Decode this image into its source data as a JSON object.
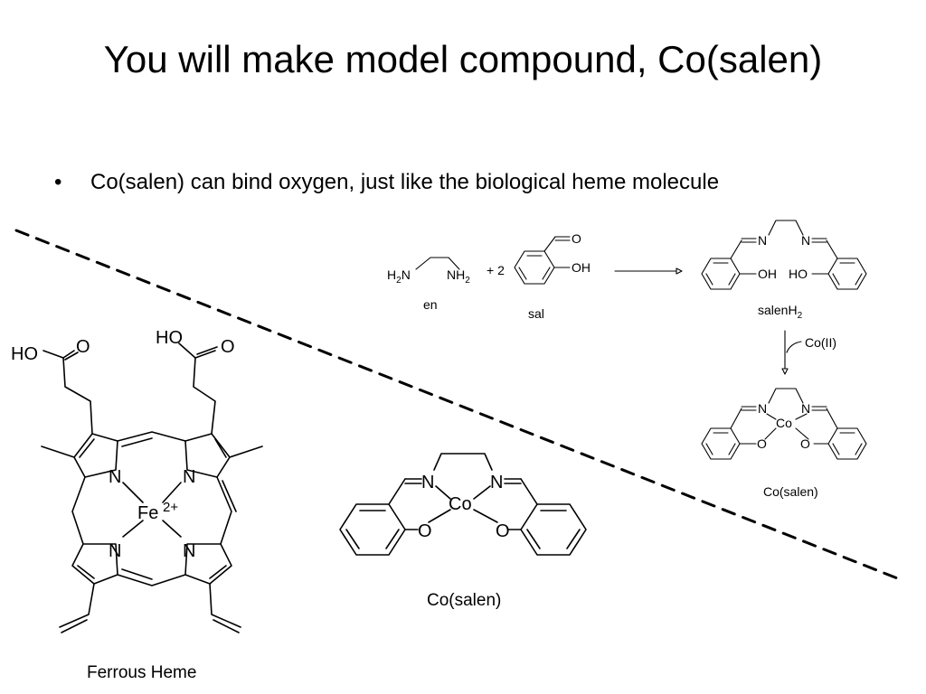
{
  "title": "You will make model compound, Co(salen)",
  "bullets": [
    "Co(salen) can bind oxygen, just like the biological heme molecule"
  ],
  "heme": {
    "caption": "Ferrous Heme",
    "metal": "Fe",
    "charge": "2+",
    "nitrogen": "N",
    "acid_groups": [
      "HO",
      "O",
      "HO",
      "O"
    ]
  },
  "co_salen_large": {
    "caption": "Co(salen)",
    "metal": "Co",
    "atoms": [
      "N",
      "N",
      "O",
      "O"
    ]
  },
  "reaction": {
    "reagent_en": {
      "h2n": "H",
      "h2n_sub": "2",
      "n_left": "N",
      "nh2": "NH",
      "nh2_sub": "2",
      "label": "en"
    },
    "plus_two": "+ 2",
    "reagent_sal": {
      "aldehyde_o": "O",
      "oh": "OH",
      "label": "sal"
    },
    "product_salenh2": {
      "n1": "N",
      "n2": "N",
      "oh": "OH",
      "ho": "HO",
      "label": "salenH",
      "label_sub": "2"
    },
    "reagent_arrow": "Co(II)",
    "product_cosalen": {
      "n1": "N",
      "n2": "N",
      "metal": "Co",
      "o1": "O",
      "o2": "O",
      "label": "Co(salen)"
    }
  }
}
